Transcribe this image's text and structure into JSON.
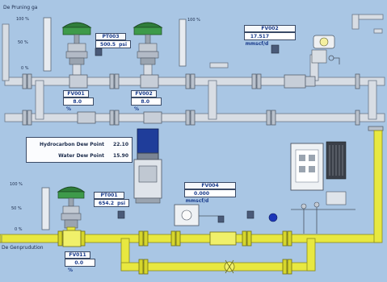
{
  "sections": {
    "top": "De Pruning ga",
    "bottom": "De Genprudution"
  },
  "top_scale": {
    "max": "100 %",
    "mid": "50 %",
    "min": "0 %"
  },
  "bottom_scale": {
    "max": "100 %",
    "mid": "50 %",
    "min": "0 %"
  },
  "right_scale": "100 %",
  "pt003": {
    "tag": "PT003",
    "value": "500.5",
    "unit": "psi"
  },
  "fv001": {
    "tag": "FV001",
    "value": "8.0",
    "unit": "%"
  },
  "fv002": {
    "tag": "FV002",
    "value": "8.0",
    "unit": "%"
  },
  "ft002": {
    "tag": "FV002",
    "value": "17.517",
    "unit": "mmscf/d"
  },
  "pt001": {
    "tag": "PT001",
    "value": "654.2",
    "unit": "psi"
  },
  "fv011": {
    "tag": "FV011",
    "value": "0.0",
    "unit": "%"
  },
  "ft004": {
    "tag": "FV004",
    "value": "0.000",
    "unit": "mmscf/d"
  },
  "dew": {
    "hydrocarbon_label": "Hydrocarbon Dew Point",
    "hydrocarbon_value": "22.10",
    "water_label": "Water Dew Point",
    "water_value": "15.90"
  },
  "colors": {
    "background": "#a9c6e4",
    "gas_pipe": "#e8e840",
    "process_pipe": "#d8dde4",
    "valve_green": "#2f7d3a"
  }
}
